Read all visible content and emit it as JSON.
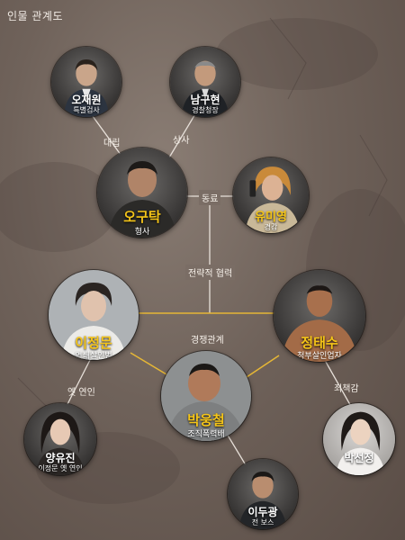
{
  "title": "인물 관계도",
  "colors": {
    "highlight_name": "#f5c518",
    "normal_name": "#ffffff",
    "line_gray": "#e8e1da",
    "line_gold": "#e5b636"
  },
  "characters": {
    "oh_jaewon": {
      "name": "오재원",
      "role": "특별검사"
    },
    "nam_guhyeon": {
      "name": "남구현",
      "role": "경찰청장"
    },
    "oh_gutak": {
      "name": "오구탁",
      "role": "형사"
    },
    "yu_miyeong": {
      "name": "유미영",
      "role": "경감"
    },
    "lee_jeongmun": {
      "name": "이정문",
      "role": "연쇄살인범"
    },
    "jeong_taesu": {
      "name": "정태수",
      "role": "청부살인업자"
    },
    "park_ungcheol": {
      "name": "박웅철",
      "role": "조직폭력배"
    },
    "yang_yujin": {
      "name": "양유진",
      "role": "이정문 옛 연인"
    },
    "park_seonjeong": {
      "name": "박선정",
      "role": ""
    },
    "lee_dugwang": {
      "name": "이두광",
      "role": "전 보스"
    }
  },
  "relations": {
    "rivalry": "대립",
    "superior": "상사",
    "colleague": "동료",
    "strategic": "전략적 협력",
    "competition": "경쟁관계",
    "ex_lover": "옛 연인",
    "guilt": "죄책감"
  }
}
